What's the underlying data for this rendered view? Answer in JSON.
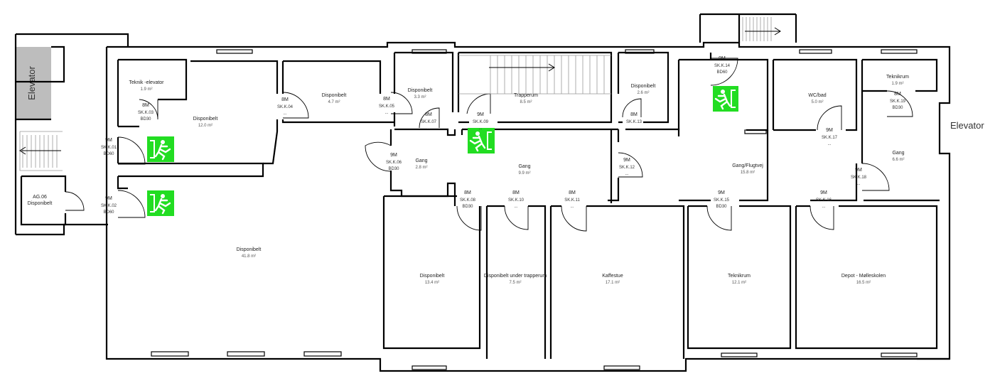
{
  "labels": {
    "elevator_left": "Elevator",
    "elevator_right": "Elevator"
  },
  "rooms": [
    {
      "name": "Teknik -elevator",
      "area": "1.9 m²"
    },
    {
      "name": "Disponibelt",
      "area": "12.0 m²"
    },
    {
      "name": "Disponibelt",
      "area": "4.7 m²"
    },
    {
      "name": "Disponibelt",
      "area": "3.3 m²"
    },
    {
      "name": "Trapperum",
      "area": "8.5 m²"
    },
    {
      "name": "Disponibelt",
      "area": "2.6 m²"
    },
    {
      "name": "WC/bad",
      "area": "5.0 m²"
    },
    {
      "name": "Teknikrum",
      "area": "1.9 m²"
    },
    {
      "name": "Gang",
      "area": "2.8 m²"
    },
    {
      "name": "Gang",
      "area": "9.9 m²"
    },
    {
      "name": "Gang/Flugtvej",
      "area": "15.8 m²"
    },
    {
      "name": "Gang",
      "area": "6.6 m²"
    },
    {
      "name": "Disponibelt",
      "area": "41.8 m²"
    },
    {
      "name": "Disponibelt",
      "area": "13.4 m²"
    },
    {
      "name": "Disponibelt under trapperum",
      "area": "7.5 m²"
    },
    {
      "name": "Kaffestue",
      "area": "17.1 m²"
    },
    {
      "name": "Teknikrum",
      "area": "12.1 m²"
    },
    {
      "name": "Depot - Mølleskolen",
      "area": "16.5 m²"
    },
    {
      "name": "Disponibelt",
      "area": "AG.06"
    }
  ],
  "doors": [
    {
      "type": "8M",
      "code": "SK.K.03",
      "rating": "BD30"
    },
    {
      "type": "9M",
      "code": "SK.K.01",
      "rating": "BD60"
    },
    {
      "type": "9M",
      "code": "SK.K.02",
      "rating": "BD60"
    },
    {
      "type": "8M",
      "code": "SK.K.04",
      "rating": "..."
    },
    {
      "type": "8M",
      "code": "SK.K.05",
      "rating": "..."
    },
    {
      "type": "8M",
      "code": "SK.K.07",
      "rating": "..."
    },
    {
      "type": "9M",
      "code": "SK.K.09",
      "rating": "..."
    },
    {
      "type": "9M",
      "code": "SK.K.06",
      "rating": "BD30"
    },
    {
      "type": "8M",
      "code": "SK.K.13",
      "rating": "..."
    },
    {
      "type": "9M",
      "code": "SK.K.12",
      "rating": "..."
    },
    {
      "type": "9M",
      "code": "SK.K.14",
      "rating": "BD60"
    },
    {
      "type": "9M",
      "code": "SK.K.17",
      "rating": "..."
    },
    {
      "type": "8M",
      "code": "SK.K.19",
      "rating": "BD30"
    },
    {
      "type": "9M",
      "code": "SK.K.18",
      "rating": "..."
    },
    {
      "type": "8M",
      "code": "SK.K.08",
      "rating": "BD30"
    },
    {
      "type": "8M",
      "code": "SK.K.10",
      "rating": "..."
    },
    {
      "type": "8M",
      "code": "SK.K.11",
      "rating": "..."
    },
    {
      "type": "9M",
      "code": "SK.K.15",
      "rating": "BD30"
    },
    {
      "type": "9M",
      "code": "SK.K.16",
      "rating": "..."
    }
  ],
  "colors": {
    "exit_sign": "#22dd22",
    "elevator_shaft": "#bdbdbd"
  },
  "icons": {
    "exit_sign": "running-man-exit-icon"
  }
}
